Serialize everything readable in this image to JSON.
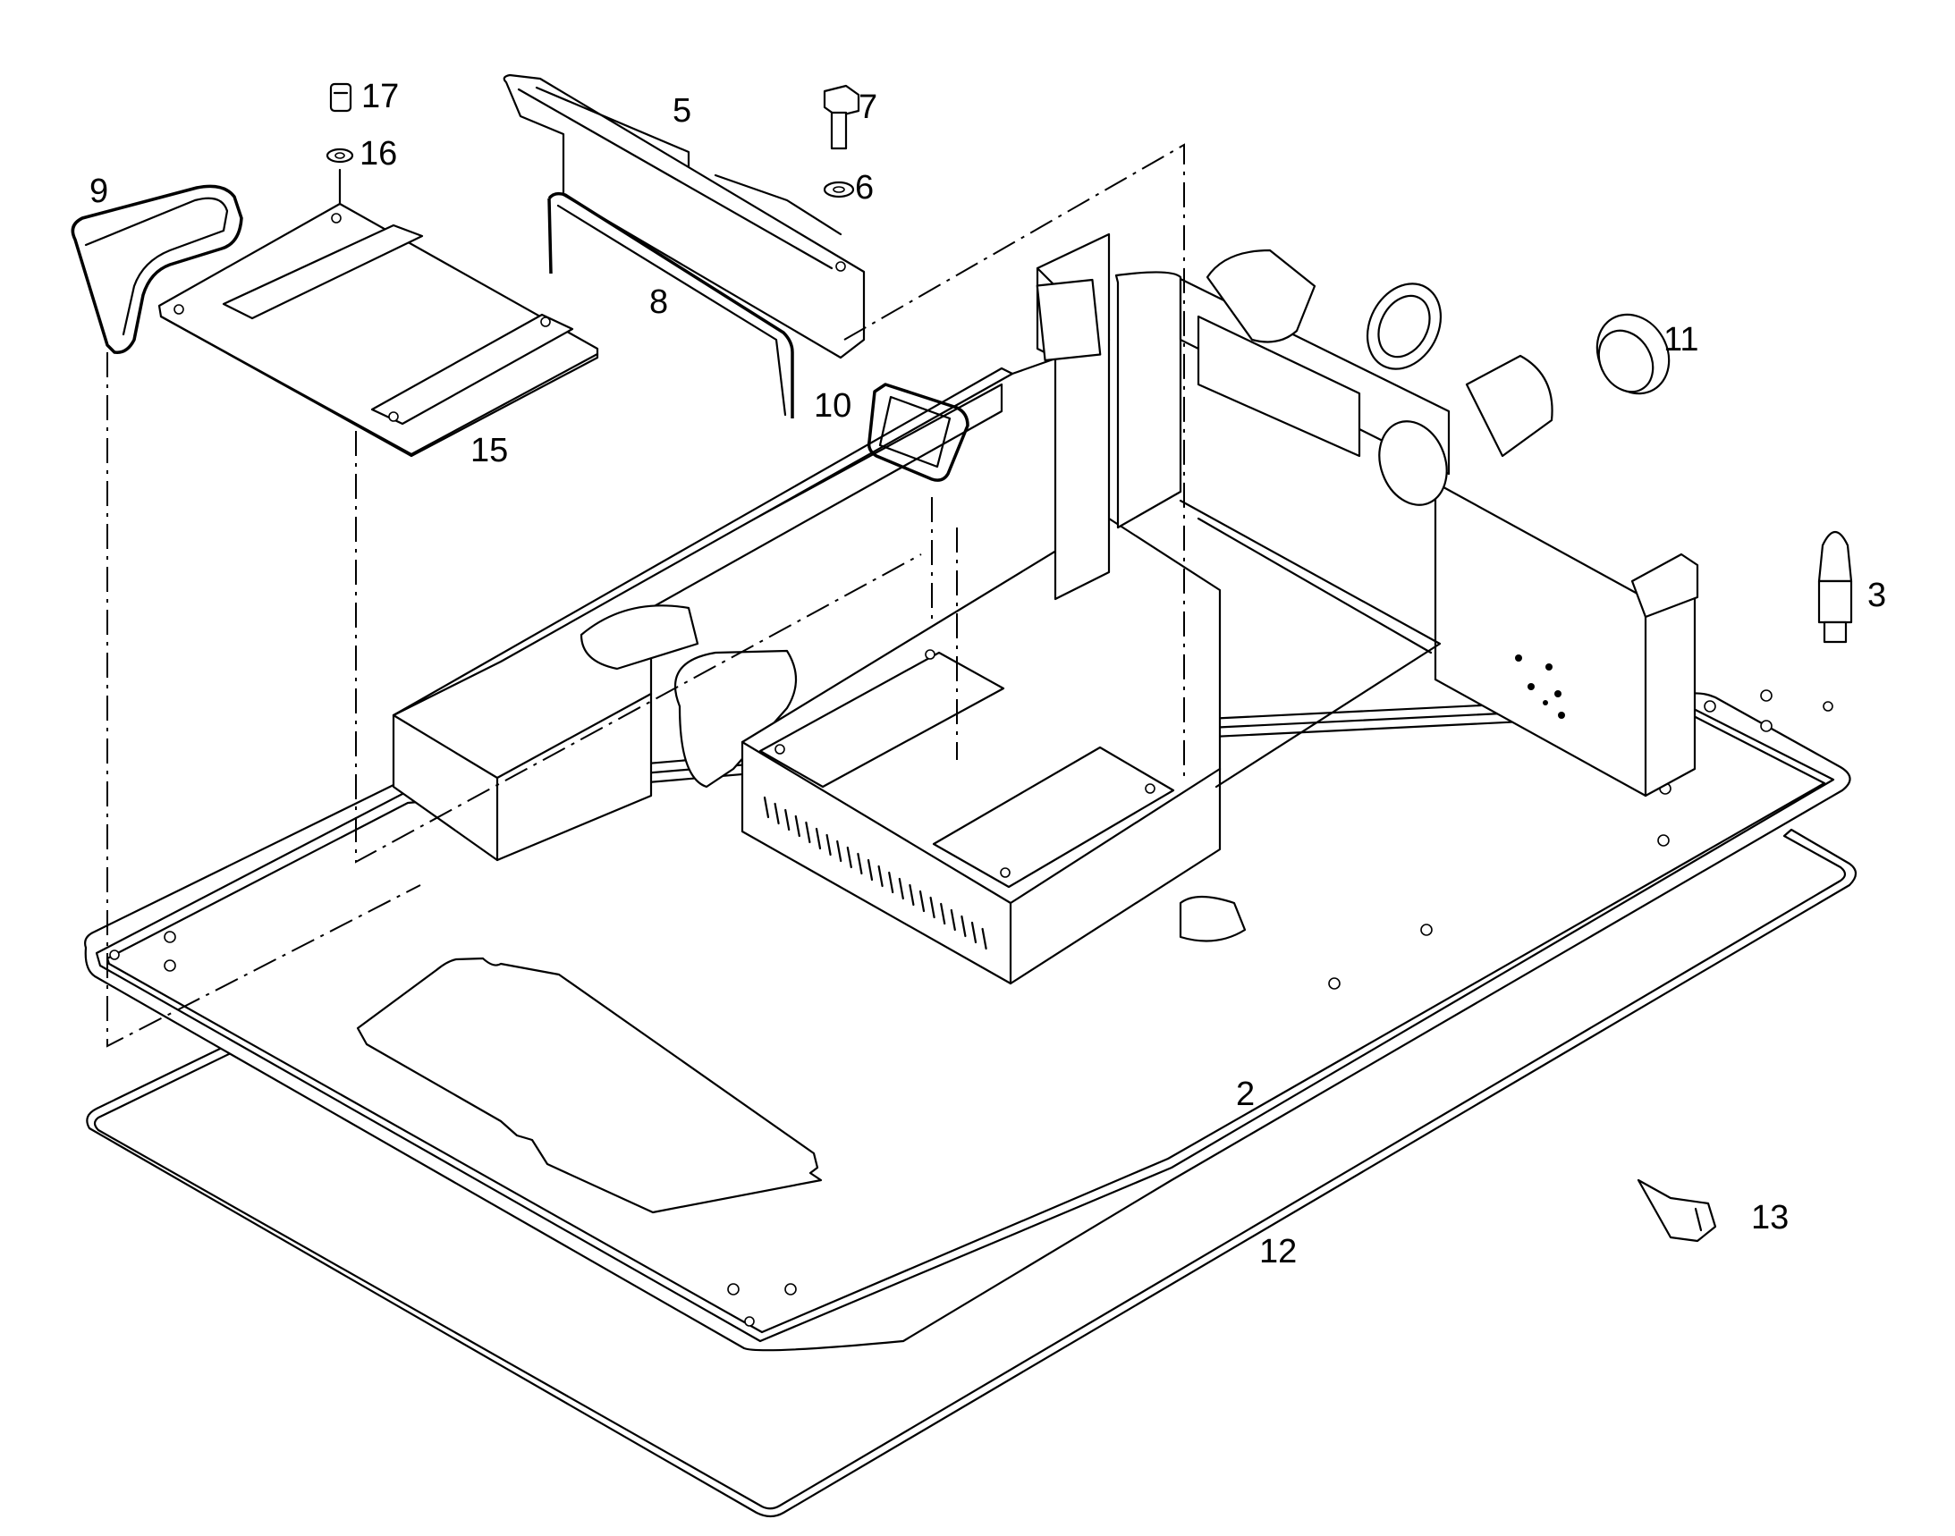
{
  "callouts": {
    "c2": "2",
    "c3": "3",
    "c5": "5",
    "c6": "6",
    "c7": "7",
    "c8": "8",
    "c9": "9",
    "c10": "10",
    "c11": "11",
    "c12": "12",
    "c13": "13",
    "c15": "15",
    "c16": "16",
    "c17": "17"
  }
}
